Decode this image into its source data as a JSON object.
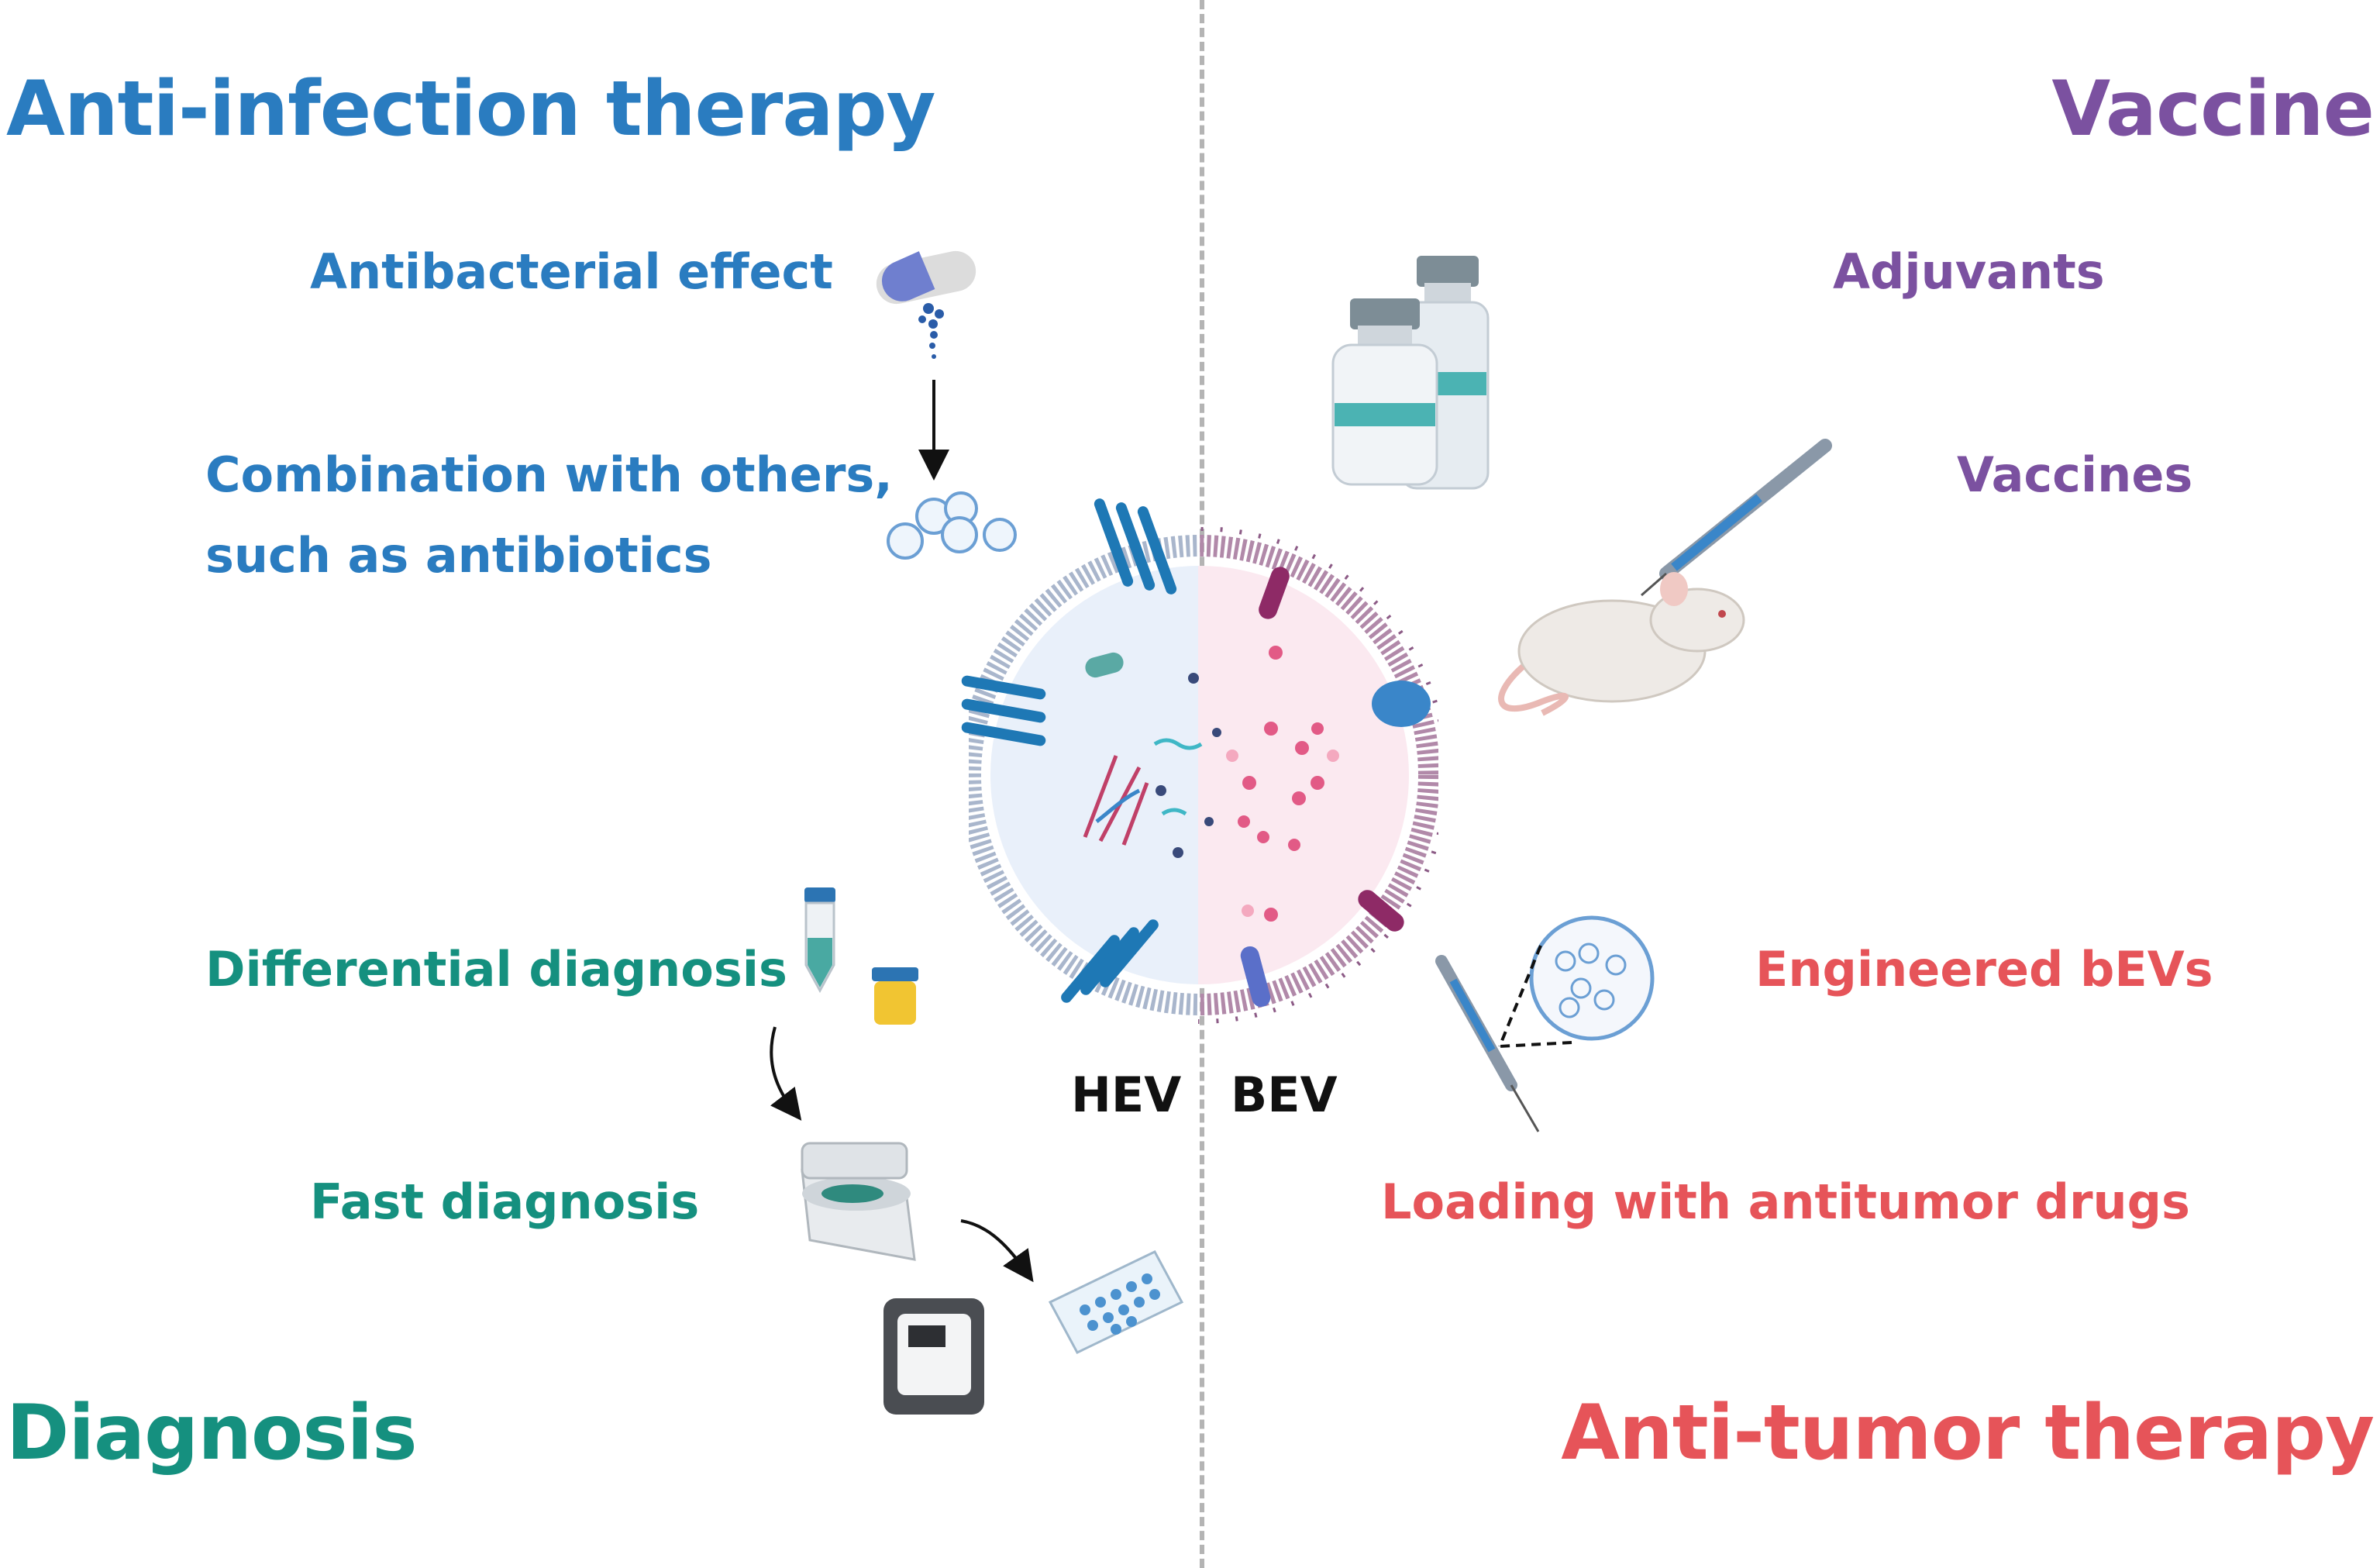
{
  "colors": {
    "blue": "#2a7cc0",
    "purple": "#7b51a0",
    "teal": "#15907f",
    "red": "#e65459",
    "black": "#111111",
    "divider": "#b4b4b4"
  },
  "quadrants": {
    "top_left": {
      "title": "Anti-infection therapy",
      "items": [
        "Antibacterial effect",
        "Combination with others,",
        "such as antibiotics"
      ]
    },
    "top_right": {
      "title": "Vaccine",
      "items": [
        "Adjuvants",
        "Vaccines"
      ]
    },
    "bottom_left": {
      "title": "Diagnosis",
      "items": [
        "Differential diagnosis",
        "Fast diagnosis"
      ]
    },
    "bottom_right": {
      "title": "Anti-tumor therapy",
      "items": [
        "Engineered bEVs",
        "Loading with antitumor drugs"
      ]
    }
  },
  "center": {
    "left_label": "HEV",
    "right_label": "BEV"
  },
  "icons": [
    "capsule-icon",
    "bacteria-icon",
    "vial-icon",
    "syringe-icon",
    "mouse-icon",
    "vesicle-icon",
    "centrifuge-tube-icon",
    "urine-cup-icon",
    "centrifuge-icon",
    "well-plate-icon",
    "analyzer-icon",
    "arrow-icon"
  ]
}
